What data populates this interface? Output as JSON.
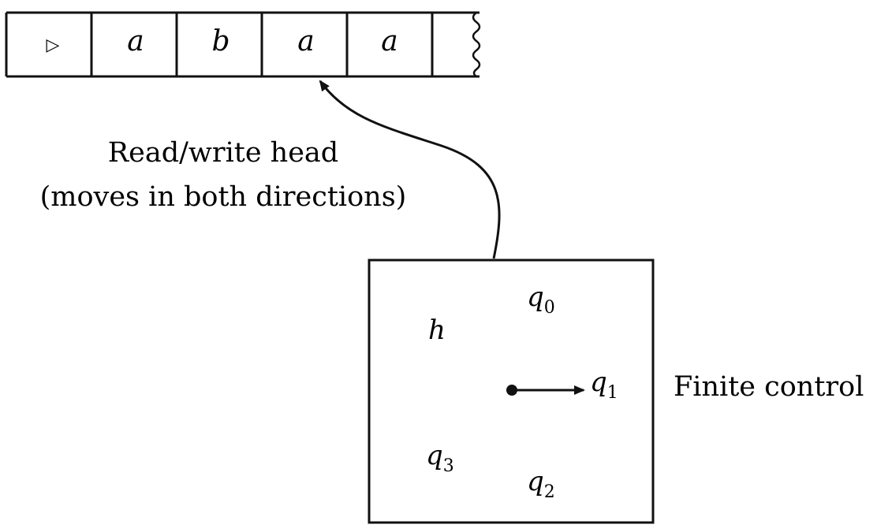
{
  "tape": {
    "cells": [
      {
        "symbol": "▷"
      },
      {
        "symbol": "a"
      },
      {
        "symbol": "b"
      },
      {
        "symbol": "a"
      },
      {
        "symbol": "a"
      },
      {
        "symbol": ""
      }
    ]
  },
  "head_label": {
    "line1": "Read/write head",
    "line2": "(moves in both directions)"
  },
  "finite_control": {
    "label": "Finite control",
    "states": [
      {
        "name": "q",
        "sub": "0"
      },
      {
        "name": "h",
        "sub": ""
      },
      {
        "name": "q",
        "sub": "1"
      },
      {
        "name": "q",
        "sub": "3"
      },
      {
        "name": "q",
        "sub": "2"
      }
    ]
  },
  "colors": {
    "ink": "#111111",
    "background": "#ffffff"
  }
}
